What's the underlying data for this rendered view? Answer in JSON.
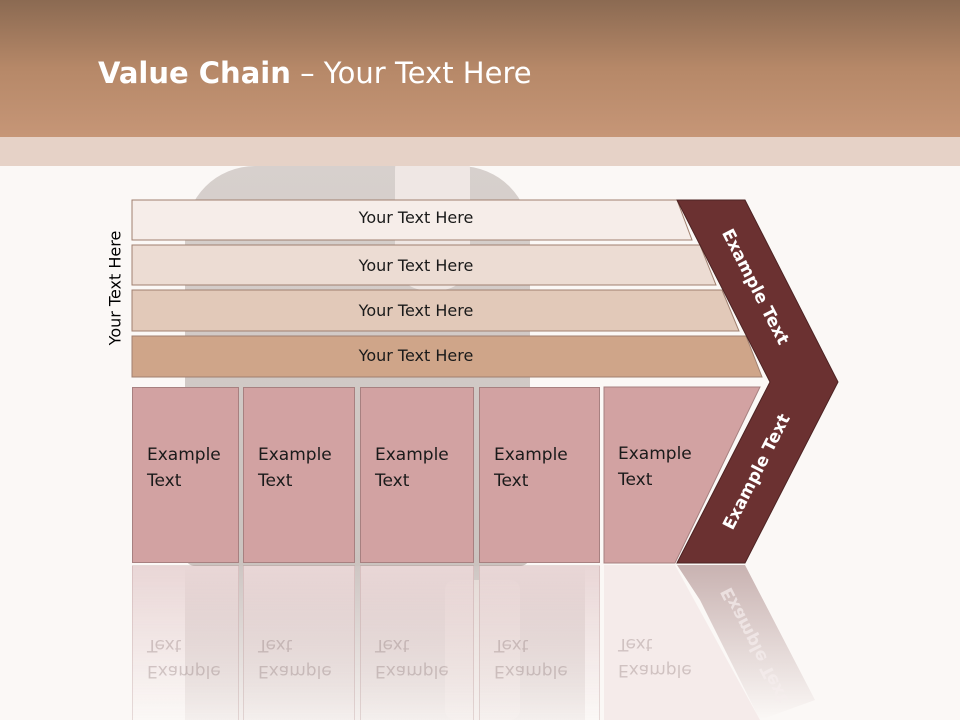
{
  "slide": {
    "title_bold": "Value Chain",
    "title_rest": " – Your Text Here"
  },
  "side_label": "Your Text Here",
  "bars": [
    {
      "label": "Your Text Here",
      "color": "#f6ede9"
    },
    {
      "label": "Your Text Here",
      "color": "#ecdcd3"
    },
    {
      "label": "Your Text Here",
      "color": "#e2c9b9"
    },
    {
      "label": "Your Text Here",
      "color": "#cfa589"
    }
  ],
  "boxes": [
    {
      "label": "Example Text"
    },
    {
      "label": "Example Text"
    },
    {
      "label": "Example Text"
    },
    {
      "label": "Example Text"
    },
    {
      "label": "Example Text"
    }
  ],
  "arrow": {
    "upper_label": "Example Text",
    "lower_label": "Example Text",
    "color": "#6b3131"
  },
  "colors": {
    "header": "#b68868",
    "box": "#d2a2a2"
  }
}
